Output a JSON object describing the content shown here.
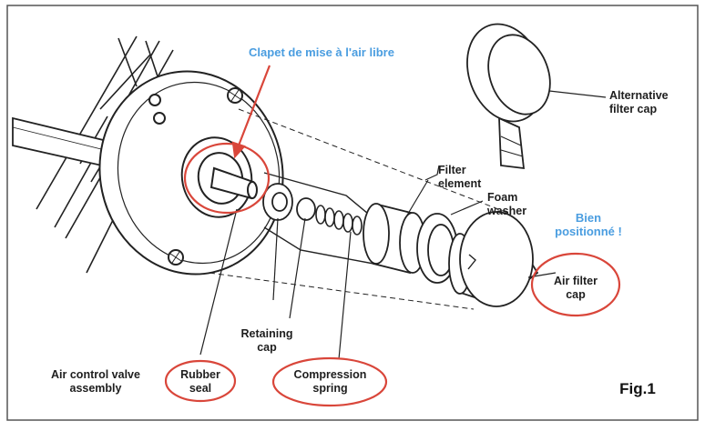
{
  "labels": {
    "clapet": "Clapet de mise à l'air libre",
    "alternative_cap": "Alternative\nfilter cap",
    "filter_element": "Filter\nelement",
    "foam_washer": "Foam\nwasher",
    "bien_positionne": "Bien\npositionné !",
    "air_filter_cap": "Air filter\ncap",
    "retaining_cap": "Retaining\ncap",
    "air_control_valve": "Air control valve\nassembly",
    "rubber_seal": "Rubber\nseal",
    "compression_spring": "Compression\nspring",
    "fig": "Fig.1"
  },
  "colors": {
    "ink": "#1e1e1e",
    "annotation_red": "#d9463a",
    "annotation_blue": "#4a9de0",
    "frame": "#555555"
  }
}
